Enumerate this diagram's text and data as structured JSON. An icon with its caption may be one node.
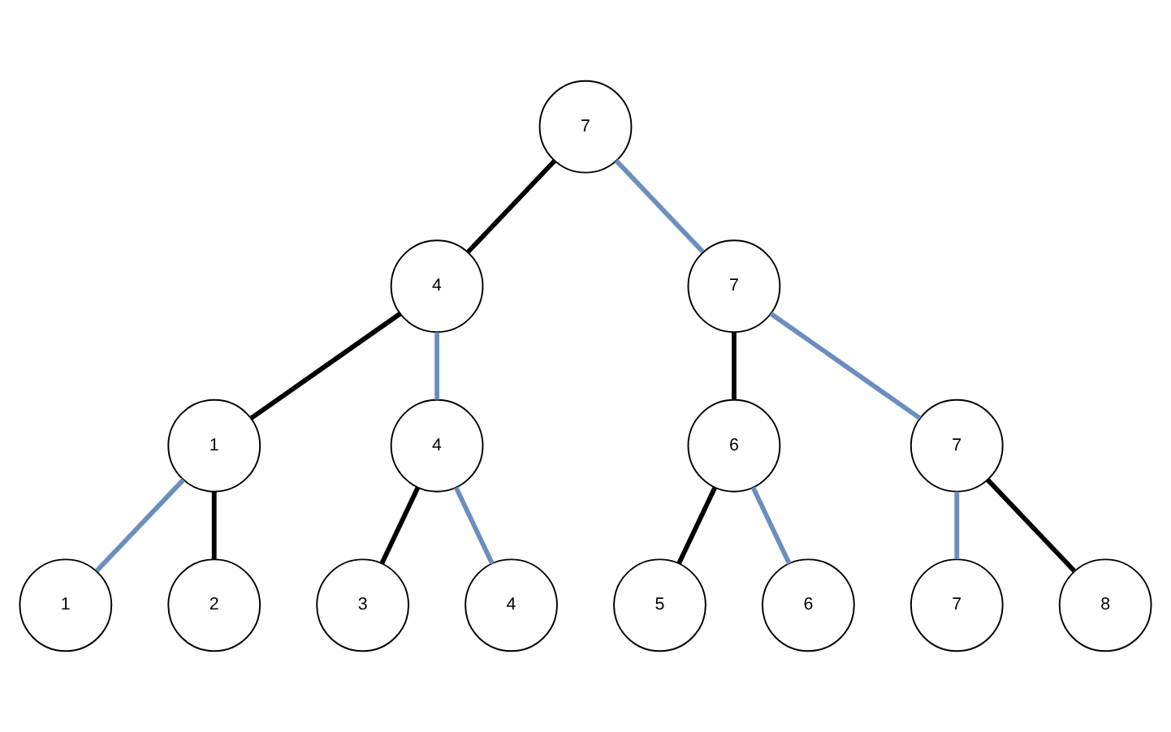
{
  "diagram": {
    "nodes": [
      {
        "text": [
          "7"
        ]
      },
      {
        "text": [
          "4"
        ]
      },
      {
        "text": [
          "7"
        ]
      },
      {
        "text": [
          "1"
        ]
      },
      {
        "text": [
          "4"
        ]
      },
      {
        "text": [
          "6"
        ]
      },
      {
        "text": [
          "7"
        ]
      },
      {
        "text": [
          "1"
        ]
      },
      {
        "text": [
          "2"
        ]
      },
      {
        "text": [
          "3"
        ]
      },
      {
        "text": [
          "4"
        ]
      },
      {
        "text": [
          "5"
        ]
      },
      {
        "text": [
          "6"
        ]
      },
      {
        "text": [
          "7"
        ]
      },
      {
        "text": [
          "8"
        ]
      }
    ],
    "edges": [
      {
        "from": 0,
        "to": 1,
        "arrow": "none",
        "color": "#000000"
      },
      {
        "from": 0,
        "to": 2,
        "arrow": "none",
        "color": "#6c8ebf"
      },
      {
        "from": 1,
        "to": 3,
        "arrow": "none",
        "color": "#000000"
      },
      {
        "from": 1,
        "to": 4,
        "arrow": "none",
        "color": "#6c8ebf"
      },
      {
        "from": 2,
        "to": 5,
        "arrow": "none",
        "color": "#000000"
      },
      {
        "from": 2,
        "to": 6,
        "arrow": "none",
        "color": "#6c8ebf"
      },
      {
        "from": 3,
        "to": 7,
        "arrow": "none",
        "color": "#6c8ebf"
      },
      {
        "from": 3,
        "to": 8,
        "arrow": "none",
        "color": "#000000"
      },
      {
        "from": 4,
        "to": 9,
        "arrow": "none",
        "color": "#000000"
      },
      {
        "from": 4,
        "to": 10,
        "arrow": "none",
        "color": "#6c8ebf"
      },
      {
        "from": 5,
        "to": 11,
        "arrow": "none",
        "color": "#000000"
      },
      {
        "from": 5,
        "to": 12,
        "arrow": "none",
        "color": "#6c8ebf"
      },
      {
        "from": 6,
        "to": 13,
        "arrow": "none",
        "color": "#6c8ebf"
      },
      {
        "from": 6,
        "to": 14,
        "arrow": "none",
        "color": "#000000"
      }
    ]
  }
}
